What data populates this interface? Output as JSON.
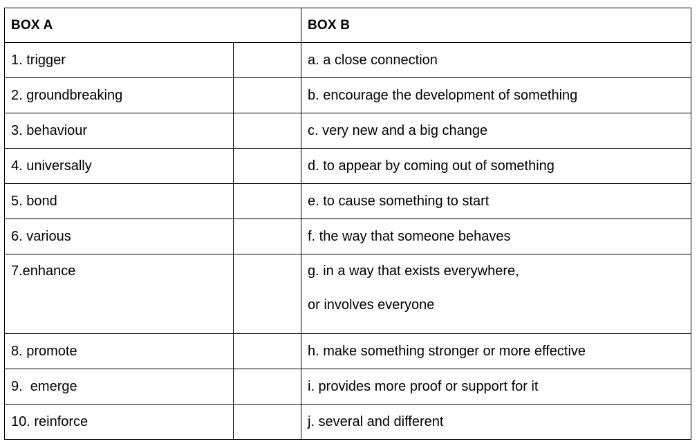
{
  "document": {
    "title": "Matching Exercise",
    "border_color": "#000000",
    "text_color": "#000000",
    "background_color": "#ffffff"
  },
  "table": {
    "headers": {
      "box_a": "BOX A",
      "answer": "",
      "box_b": "BOX B"
    },
    "rows": [
      {
        "term": "1. trigger",
        "answer": "",
        "definition_lines": [
          "a. a close connection"
        ],
        "tall": false
      },
      {
        "term": "2. groundbreaking",
        "answer": "",
        "definition_lines": [
          "b. encourage the development of something"
        ],
        "tall": false
      },
      {
        "term": "3. behaviour",
        "answer": "",
        "definition_lines": [
          "c. very new and a big change"
        ],
        "tall": false
      },
      {
        "term": "4. universally",
        "answer": "",
        "definition_lines": [
          "d. to appear by coming out of something"
        ],
        "tall": false
      },
      {
        "term": "5. bond",
        "answer": "",
        "definition_lines": [
          "e. to cause something to start"
        ],
        "tall": false
      },
      {
        "term": "6. various",
        "answer": "",
        "definition_lines": [
          "f. the way that someone behaves"
        ],
        "tall": false
      },
      {
        "term": "7.enhance",
        "answer": "",
        "definition_lines": [
          "g. in a way that exists everywhere,",
          "or involves everyone"
        ],
        "tall": true
      },
      {
        "term": "8. promote",
        "answer": "",
        "definition_lines": [
          "h. make something stronger or more effective"
        ],
        "tall": false
      },
      {
        "term": "9.  emerge",
        "answer": "",
        "definition_lines": [
          "i. provides more proof or support for it"
        ],
        "tall": false
      },
      {
        "term": "10. reinforce",
        "answer": "",
        "definition_lines": [
          "j. several and different"
        ],
        "tall": false
      }
    ]
  }
}
